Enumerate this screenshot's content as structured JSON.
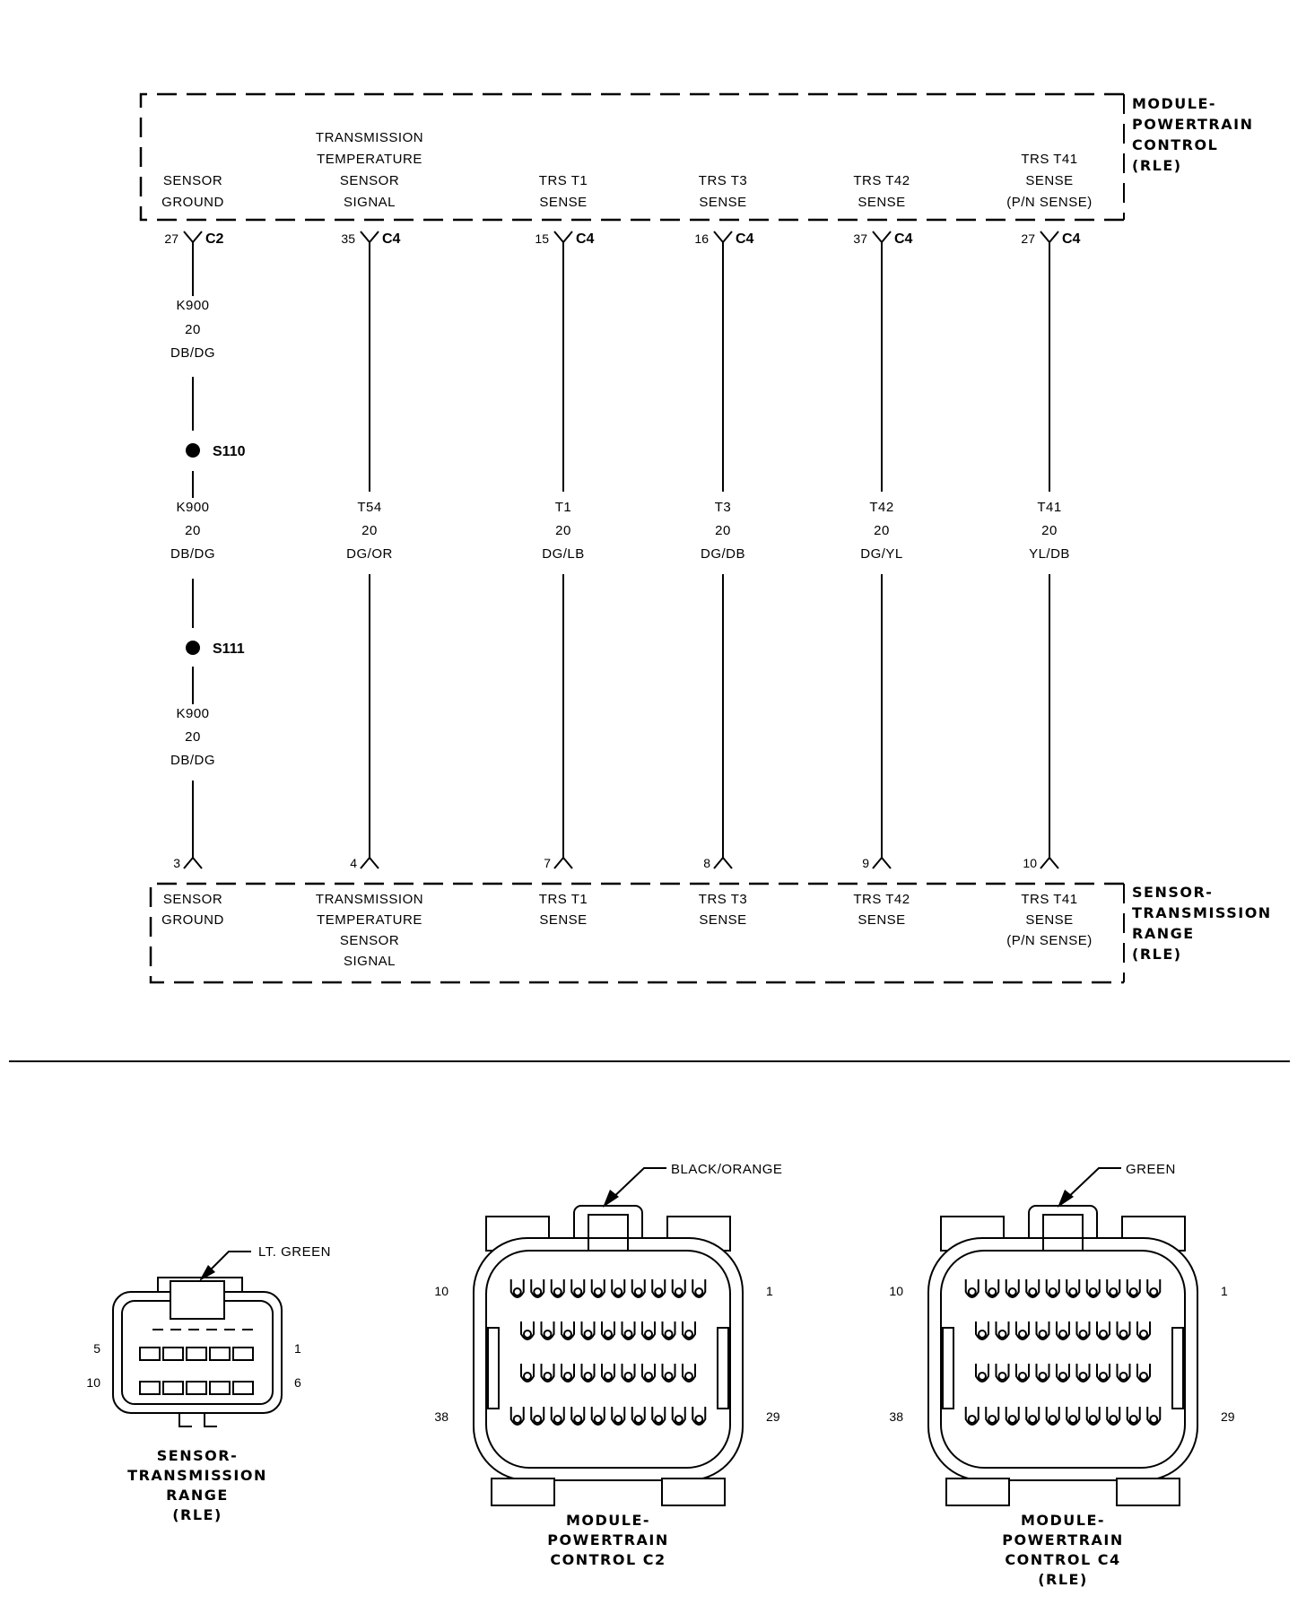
{
  "modules": {
    "top": {
      "lines": [
        "MODULE-",
        "POWERTRAIN",
        "CONTROL",
        "(RLE)"
      ]
    },
    "bottom": {
      "lines": [
        "SENSOR-",
        "TRANSMISSION",
        "RANGE",
        "(RLE)"
      ]
    }
  },
  "circuits": [
    {
      "top_label": [
        "SENSOR",
        "GROUND"
      ],
      "top_pin": "27",
      "top_connector": "C2",
      "bottom_label": [
        "SENSOR",
        "GROUND"
      ],
      "bottom_pin": "3",
      "segments": [
        {
          "circuit": "K900",
          "gauge": "20",
          "color": "DB/DG"
        },
        {
          "circuit": "K900",
          "gauge": "20",
          "color": "DB/DG"
        },
        {
          "circuit": "K900",
          "gauge": "20",
          "color": "DB/DG"
        }
      ],
      "splices": [
        "S110",
        "S111"
      ]
    },
    {
      "top_label": [
        "TRANSMISSION",
        "TEMPERATURE",
        "SENSOR",
        "SIGNAL"
      ],
      "top_pin": "35",
      "top_connector": "C4",
      "bottom_label": [
        "TRANSMISSION",
        "TEMPERATURE",
        "SENSOR",
        "SIGNAL"
      ],
      "bottom_pin": "4",
      "wire": {
        "circuit": "T54",
        "gauge": "20",
        "color": "DG/OR"
      }
    },
    {
      "top_label": [
        "TRS T1",
        "SENSE"
      ],
      "top_pin": "15",
      "top_connector": "C4",
      "bottom_label": [
        "TRS T1",
        "SENSE"
      ],
      "bottom_pin": "7",
      "wire": {
        "circuit": "T1",
        "gauge": "20",
        "color": "DG/LB"
      }
    },
    {
      "top_label": [
        "TRS T3",
        "SENSE"
      ],
      "top_pin": "16",
      "top_connector": "C4",
      "bottom_label": [
        "TRS T3",
        "SENSE"
      ],
      "bottom_pin": "8",
      "wire": {
        "circuit": "T3",
        "gauge": "20",
        "color": "DG/DB"
      }
    },
    {
      "top_label": [
        "TRS T42",
        "SENSE"
      ],
      "top_pin": "37",
      "top_connector": "C4",
      "bottom_label": [
        "TRS T42",
        "SENSE"
      ],
      "bottom_pin": "9",
      "wire": {
        "circuit": "T42",
        "gauge": "20",
        "color": "DG/YL"
      }
    },
    {
      "top_label": [
        "TRS T41",
        "SENSE",
        "(P/N SENSE)"
      ],
      "top_pin": "27",
      "top_connector": "C4",
      "bottom_label": [
        "TRS T41",
        "SENSE",
        "(P/N SENSE)"
      ],
      "bottom_pin": "10",
      "wire": {
        "circuit": "T41",
        "gauge": "20",
        "color": "YL/DB"
      }
    }
  ],
  "connector_views": [
    {
      "color": "LT. GREEN",
      "title": [
        "SENSOR-",
        "TRANSMISSION",
        "RANGE",
        "(RLE)"
      ],
      "pins": {
        "top_left": "5",
        "top_right": "1",
        "bottom_left": "10",
        "bottom_right": "6"
      }
    },
    {
      "color": "BLACK/ORANGE",
      "title": [
        "MODULE-",
        "POWERTRAIN",
        "CONTROL C2"
      ],
      "pins": {
        "top_left": "10",
        "top_right": "1",
        "bottom_left": "38",
        "bottom_right": "29"
      }
    },
    {
      "color": "GREEN",
      "title": [
        "MODULE-",
        "POWERTRAIN",
        "CONTROL C4",
        "(RLE)"
      ],
      "pins": {
        "top_left": "10",
        "top_right": "1",
        "bottom_left": "38",
        "bottom_right": "29"
      }
    }
  ]
}
